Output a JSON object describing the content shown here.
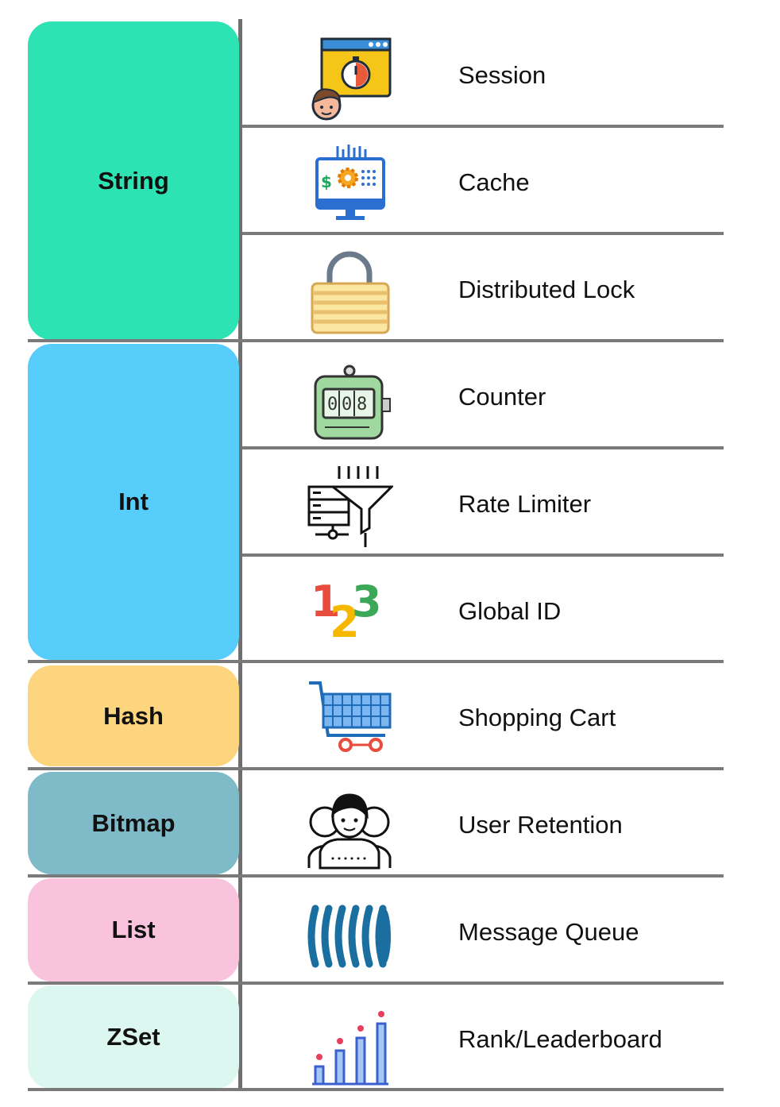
{
  "types": [
    {
      "label": "String",
      "color": "#2de3b3"
    },
    {
      "label": "Int",
      "color": "#56cdfa"
    },
    {
      "label": "Hash",
      "color": "#fcd57e"
    },
    {
      "label": "Bitmap",
      "color": "#7ebac8"
    },
    {
      "label": "List",
      "color": "#f9c3de"
    },
    {
      "label": "ZSet",
      "color": "#dcf7ef"
    }
  ],
  "use_cases": [
    {
      "label": "Session",
      "icon": "session-stopwatch-icon"
    },
    {
      "label": "Cache",
      "icon": "cache-monitor-icon"
    },
    {
      "label": "Distributed Lock",
      "icon": "padlock-icon"
    },
    {
      "label": "Counter",
      "icon": "tally-counter-icon"
    },
    {
      "label": "Rate Limiter",
      "icon": "funnel-server-icon"
    },
    {
      "label": "Global ID",
      "icon": "numbers-123-icon"
    },
    {
      "label": "Shopping Cart",
      "icon": "shopping-cart-icon"
    },
    {
      "label": "User Retention",
      "icon": "user-group-icon"
    },
    {
      "label": "Message Queue",
      "icon": "message-queue-icon"
    },
    {
      "label": "Rank/Leaderboard",
      "icon": "bar-chart-icon"
    }
  ]
}
